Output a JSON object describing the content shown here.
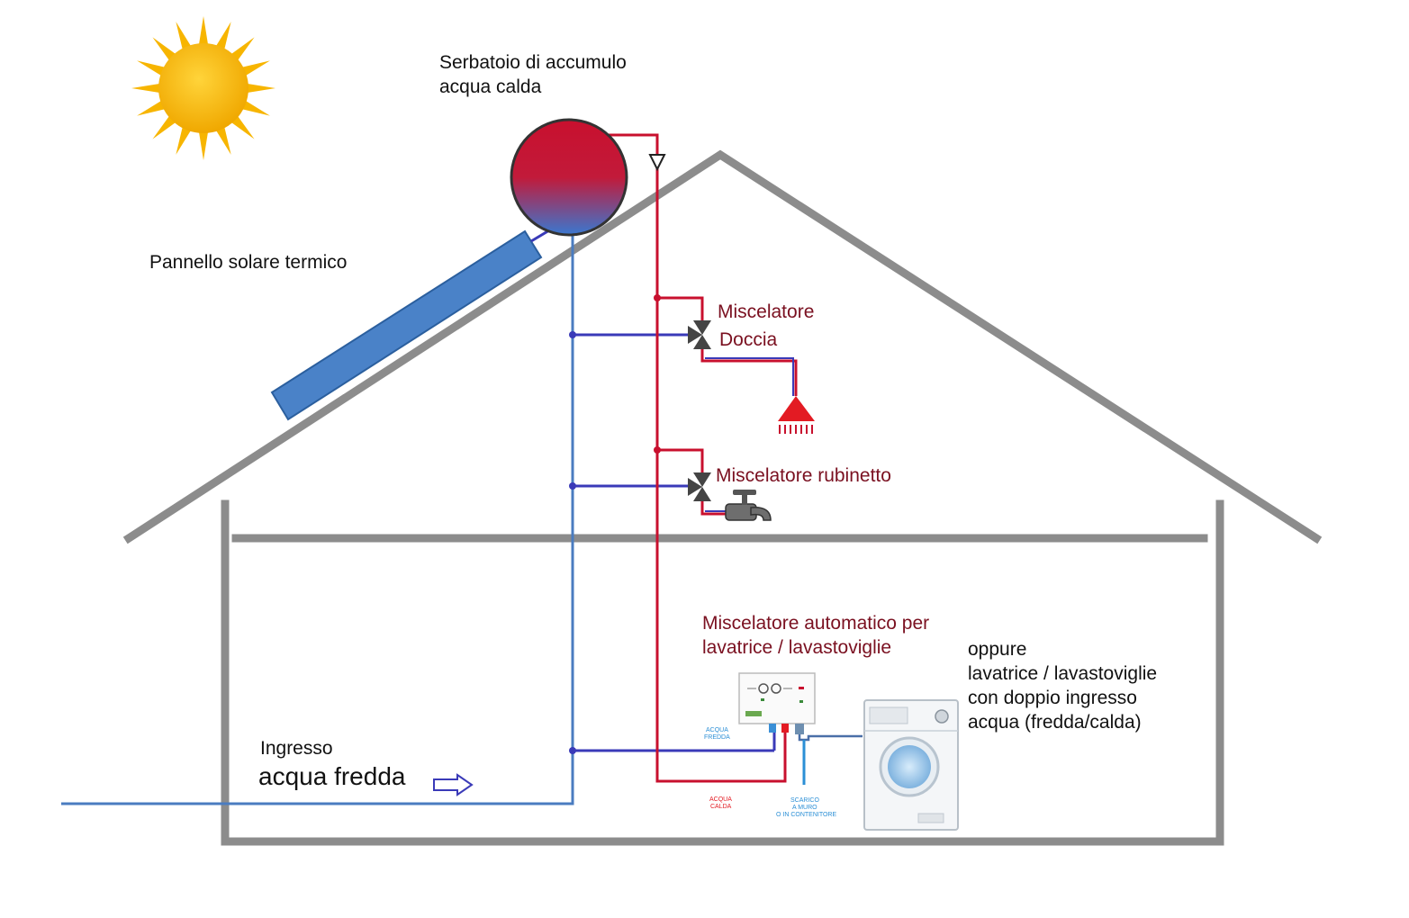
{
  "labels": {
    "tank_line1": "Serbatoio di accumulo",
    "tank_line2": "acqua calda",
    "panel": "Pannello solare termico",
    "shower_line1": "Miscelatore",
    "shower_line2": "Doccia",
    "faucet": "Miscelatore rubinetto",
    "auto_line1": "Miscelatore automatico per",
    "auto_line2": "lavatrice / lavastoviglie",
    "alt_line1": "oppure",
    "alt_line2": "lavatrice / lavastoviglie",
    "alt_line3": "con doppio ingresso",
    "alt_line4": "acqua (fredda/calda)",
    "inlet_line1": "Ingresso",
    "inlet_line2": "acqua fredda",
    "device_cold_line1": "ACQUA",
    "device_cold_line2": "FREDDA",
    "device_hot_line1": "ACQUA",
    "device_hot_line2": "CALDA",
    "drain_line1": "SCARICO",
    "drain_line2": "A MURO",
    "drain_line3": "O IN CONTENITORE"
  },
  "colors": {
    "hot_pipe": "#c8102e",
    "cold_pipe": "#3a3ab8",
    "cold_main": "#4a7cc0",
    "house": "#8c8c8c",
    "label_dark": "#111111",
    "label_red": "#7a1020",
    "panel": "#4a82c8",
    "sun": "#f7c600"
  }
}
